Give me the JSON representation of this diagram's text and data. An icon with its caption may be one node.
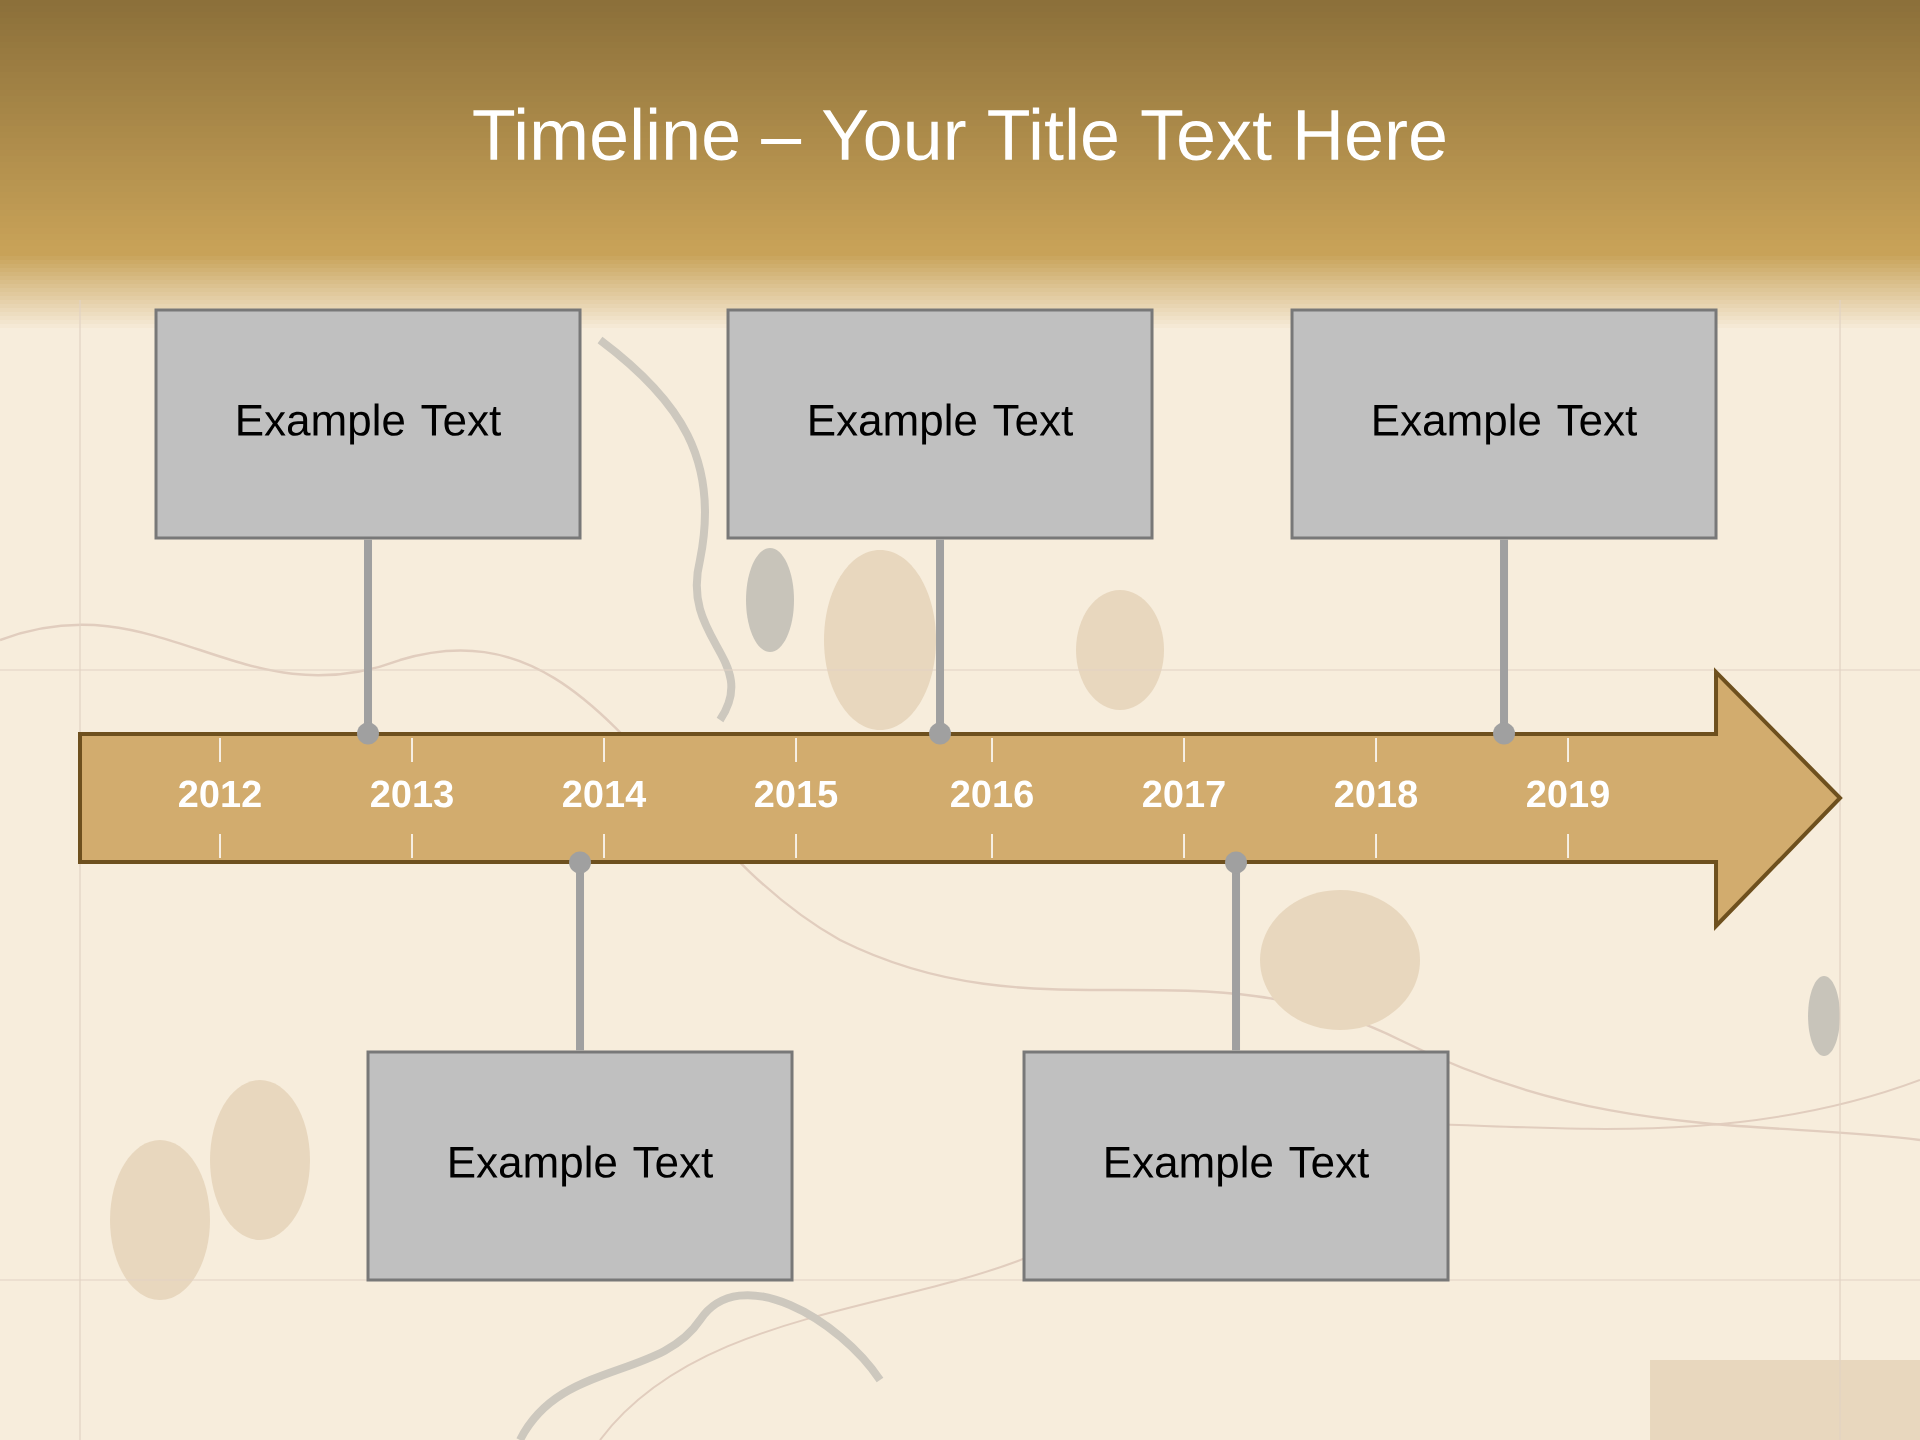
{
  "diagram": {
    "title": "Timeline – Your Title Text Here",
    "nodes": [
      {
        "text": [
          "Example Text"
        ]
      },
      {
        "text": [
          "Example Text"
        ]
      },
      {
        "text": [
          "Example Text"
        ]
      },
      {
        "text": [
          "2012",
          "2013",
          "2014",
          "2015",
          "2016",
          "2017",
          "2018",
          "2019"
        ]
      },
      {
        "text": [
          "Example Text"
        ]
      },
      {
        "text": [
          "Example Text"
        ]
      }
    ],
    "edges": [
      {
        "from": 0,
        "to": 3,
        "arrow": "other"
      },
      {
        "from": 1,
        "to": 3,
        "arrow": "other"
      },
      {
        "from": 2,
        "to": 3,
        "arrow": "other"
      },
      {
        "from": 4,
        "to": 3,
        "arrow": "other"
      },
      {
        "from": 5,
        "to": 3,
        "arrow": "other"
      }
    ]
  }
}
